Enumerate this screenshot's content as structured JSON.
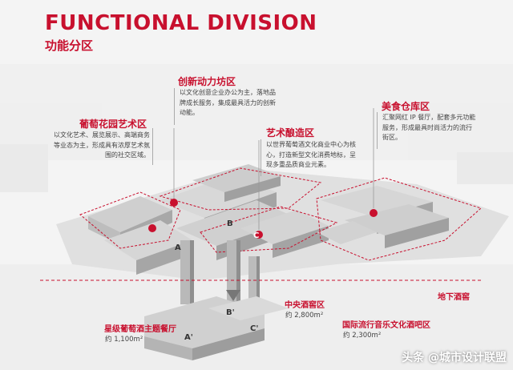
{
  "header": {
    "title_en": "FUNCTIONAL DIVISION",
    "title_cn": "功能分区"
  },
  "zones": {
    "creative": {
      "title": "创新动力坊区",
      "desc": [
        "以文化创意企业办公为主，落地品",
        "牌成长服务，集成最具活力的创新",
        "动能。"
      ]
    },
    "garden": {
      "title": "葡萄花园艺术区",
      "desc": [
        "以文化艺术、展览展示、高端商务",
        "等业态为主，形成具有浓厚艺术氛",
        "围的社交区域。"
      ]
    },
    "winery": {
      "title": "艺术酿造区",
      "desc": [
        "以世界葡萄酒文化商业中心为核",
        "心，打造新型文化消费地标，呈",
        "现多重品质商业元素。"
      ]
    },
    "food": {
      "title": "美食仓库区",
      "desc": [
        "汇聚网红 IP 餐厅，配套多元功能",
        "服务，形成最具时尚活力的流行",
        "街区。"
      ]
    }
  },
  "markers": {
    "a": "A",
    "b": "B",
    "c": "C",
    "a2": "A'",
    "b2": "B'",
    "c2": "C'"
  },
  "underground": {
    "label": "地下酒窖",
    "central": {
      "title": "中央酒窖区",
      "area": "约 2,800m²"
    },
    "music": {
      "title": "国际流行音乐文化酒吧区",
      "area": "约 2,300m²"
    },
    "star": {
      "title": "星级葡萄酒主题餐厅",
      "area": "约 1,100m²"
    }
  },
  "watermark": "头条 @城市设计联盟",
  "colors": {
    "accent": "#c8102e",
    "building": "#d2d2d2",
    "roof": "#bdbdbd",
    "shadow": "#9e9e9e"
  }
}
